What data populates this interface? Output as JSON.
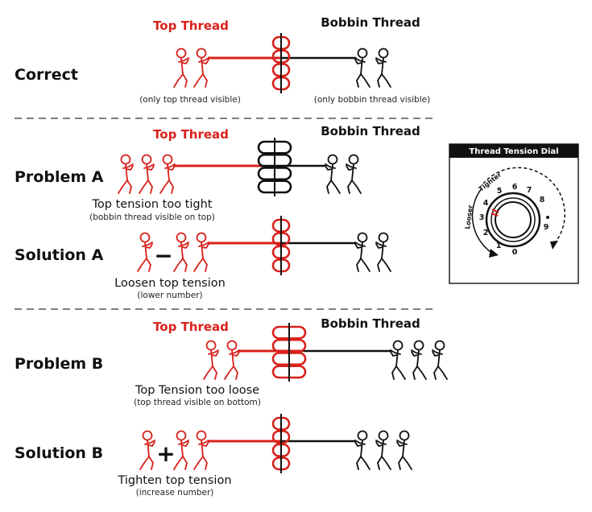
{
  "colors": {
    "top": "#d8211b",
    "bobbin": "#111111",
    "divider": "#555555"
  },
  "labels": {
    "top_thread": "Top Thread",
    "bobbin_thread": "Bobbin Thread"
  },
  "rows": {
    "correct": {
      "title": "Correct",
      "note_left": "(only top thread visible)",
      "note_right": "(only bobbin thread visible)"
    },
    "problem_a": {
      "title": "Problem A",
      "caption": "Top tension too tight",
      "sub": "(bobbin thread visible on top)"
    },
    "solution_a": {
      "title": "Solution A",
      "symbol": "−",
      "caption": "Loosen top tension",
      "sub": "(lower number)"
    },
    "problem_b": {
      "title": "Problem B",
      "caption": "Top Tension too loose",
      "sub": "(top thread visible on bottom)"
    },
    "solution_b": {
      "title": "Solution B",
      "symbol": "+",
      "caption": "Tighten top tension",
      "sub": "(increase number)"
    }
  },
  "dial": {
    "title": "Thread Tension Dial",
    "numbers": [
      "0",
      "1",
      "2",
      "3",
      "4",
      "5",
      "6",
      "7",
      "8",
      "9"
    ],
    "looser": "Looser",
    "tighter": "Tighter"
  }
}
